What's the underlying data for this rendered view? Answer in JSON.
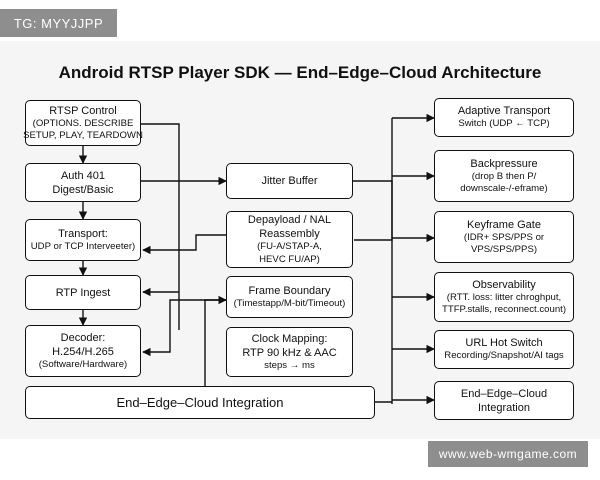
{
  "watermarks": {
    "top": "TG: MYYJJPP",
    "bottom": "www.web-wmgame.com"
  },
  "title": "Android RTSP Player SDK — End–Edge–Cloud Architecture",
  "left": {
    "rtsp_control": [
      "RTSP Control",
      "(OPTIONS. DESCRIBE",
      "SETUP, PLAY, TEARDOWN"
    ],
    "auth": [
      "Auth 401",
      "Digest/Basic"
    ],
    "transport": [
      "Transport:",
      "UDP or TCP Interveeter)"
    ],
    "rtp_ingest": [
      "RTP Ingest"
    ],
    "decoder": [
      "Decoder:",
      "H.254/H.265",
      "(Software/Hardware)"
    ]
  },
  "center": {
    "jitter_buffer": [
      "Jitter Buffer"
    ],
    "depayload": [
      "Depayload / NAL",
      "Reassembly",
      "(FU-A/STAP-A,",
      "HEVC FU/AP)"
    ],
    "frame_boundary": [
      "Frame Boundary",
      "(Timestapp/M-bit/Timeout)"
    ],
    "clock_mapping": [
      "Clock Mapping:",
      "RTP 90 kHz & AAC",
      "steps → ms"
    ]
  },
  "integration": [
    "End–Edge–Cloud Integration"
  ],
  "right": {
    "adaptive_transport": [
      "Adaptive Transport",
      "Switch (UDP ← TCP)"
    ],
    "backpressure": [
      "Backpressure",
      "(drop B then P/",
      "downscale-/-eframe)"
    ],
    "keyframe_gate": [
      "Keyframe Gate",
      "(IDR+ SPS/PPS or",
      "VPS/SPS/PPS)"
    ],
    "observability": [
      "Observability",
      "(RTT. loss: litter chroghput,",
      "TTFP.stalls, reconnect.count)"
    ],
    "url_hot_switch": [
      "URL Hot Switch",
      "Recording/Snapshot/AI tags"
    ],
    "cloud_integration": [
      "End–Edge–Cloud",
      "Integration"
    ]
  },
  "colors": {
    "stroke": "#111111",
    "box_fill": "#ffffff",
    "canvas": "#f5f5f5",
    "watermark": "#8e8e8e"
  }
}
